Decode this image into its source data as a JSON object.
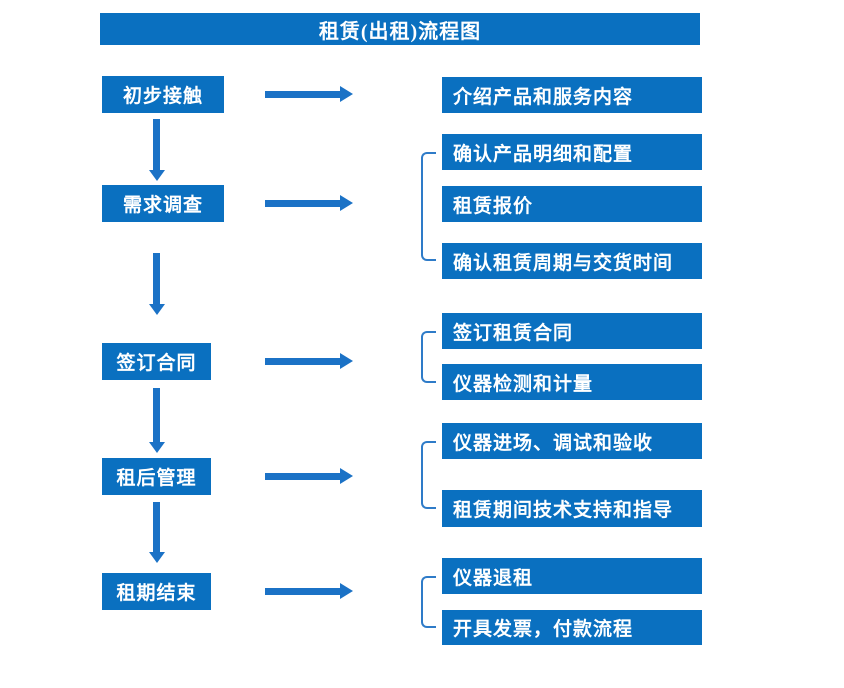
{
  "title": "租赁(出租)流程图",
  "colors": {
    "box_fill": "#0a70c0",
    "arrow": "#1b72c6",
    "bracket": "#2e7bc8",
    "text": "#ffffff",
    "background": "#ffffff"
  },
  "icons": {
    "down_arrow": "down-arrow",
    "right_arrow": "right-arrow",
    "group_bracket": "left-square-bracket"
  },
  "steps": [
    {
      "label": "初步接触",
      "details": [
        "介绍产品和服务内容"
      ]
    },
    {
      "label": "需求调查",
      "details": [
        "确认产品明细和配置",
        "租赁报价",
        "确认租赁周期与交货时间"
      ]
    },
    {
      "label": "签订合同",
      "details": [
        "签订租赁合同",
        "仪器检测和计量"
      ]
    },
    {
      "label": "租后管理",
      "details": [
        "仪器进场、调试和验收",
        "租赁期间技术支持和指导"
      ]
    },
    {
      "label": "租期结束",
      "details": [
        "仪器退租",
        "开具发票，付款流程"
      ]
    }
  ]
}
